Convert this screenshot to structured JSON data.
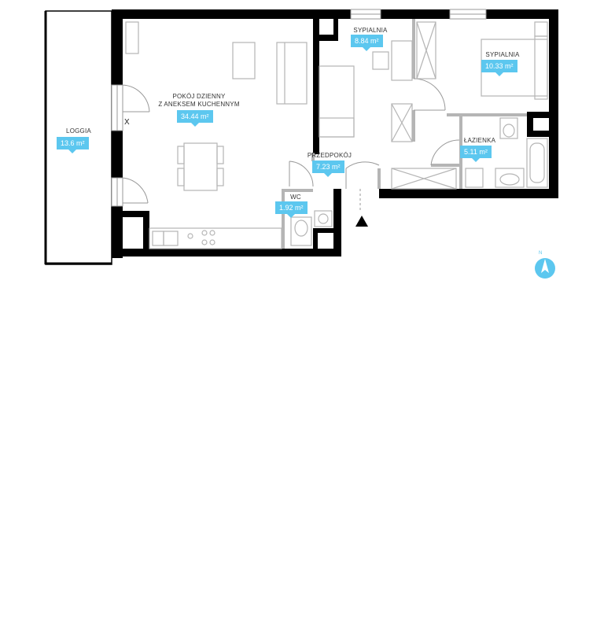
{
  "rooms": [
    {
      "id": "loggia",
      "name": "LOGGIA",
      "area": "13.6 m²"
    },
    {
      "id": "living",
      "name_line1": "POKÓJ DZIENNY",
      "name_line2": "Z ANEKSEM KUCHENNYM",
      "area": "34.44 m²"
    },
    {
      "id": "bedroom1",
      "name": "SYPIALNIA",
      "area": "8.84 m²"
    },
    {
      "id": "bedroom2",
      "name": "SYPIALNIA",
      "area": "10.33 m²"
    },
    {
      "id": "bathroom",
      "name": "ŁAZIENKA",
      "area": "5.11 m²"
    },
    {
      "id": "hall",
      "name": "PRZEDPOKÓJ",
      "area": "7.23 m²"
    },
    {
      "id": "wc",
      "name": "WC",
      "area": "1.92 m²"
    }
  ],
  "markers": {
    "x_mark": "X",
    "compass_north": "N"
  },
  "colors": {
    "wall": "#000000",
    "furniture": "#b5b5b5",
    "badge": "#5cc7ef"
  },
  "icons": {
    "entrance": "triangle-up-icon",
    "compass": "compass-icon"
  }
}
